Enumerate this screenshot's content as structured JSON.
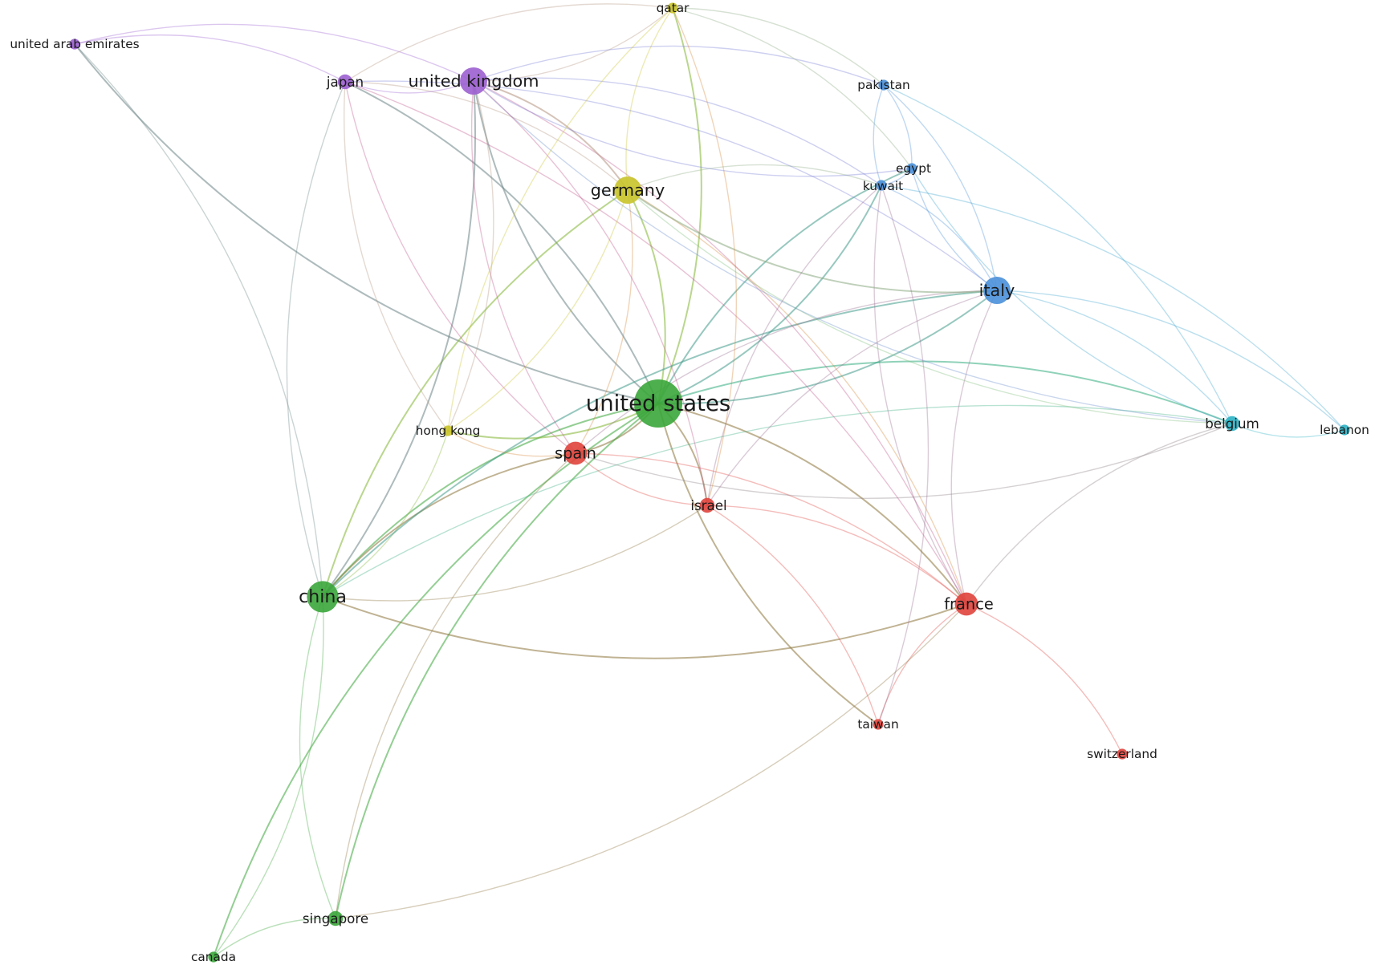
{
  "clusters": {
    "red": "#e0423c",
    "green": "#3aa63a",
    "blue": "#4a90d9",
    "yellow": "#c9c42a",
    "purple": "#9b5fd0",
    "cyan": "#2bb3c4"
  },
  "nodes": [
    {
      "id": "united-states",
      "label": "united states",
      "cluster": "green",
      "weight": 10
    },
    {
      "id": "china",
      "label": "china",
      "cluster": "green",
      "weight": 6
    },
    {
      "id": "singapore",
      "label": "singapore",
      "cluster": "green",
      "weight": 2
    },
    {
      "id": "canada",
      "label": "canada",
      "cluster": "green",
      "weight": 1
    },
    {
      "id": "spain",
      "label": "spain",
      "cluster": "red",
      "weight": 4
    },
    {
      "id": "france",
      "label": "france",
      "cluster": "red",
      "weight": 4
    },
    {
      "id": "israel",
      "label": "israel",
      "cluster": "red",
      "weight": 2
    },
    {
      "id": "taiwan",
      "label": "taiwan",
      "cluster": "red",
      "weight": 1
    },
    {
      "id": "switzerland",
      "label": "switzerland",
      "cluster": "red",
      "weight": 1
    },
    {
      "id": "italy",
      "label": "italy",
      "cluster": "blue",
      "weight": 5
    },
    {
      "id": "pakistan",
      "label": "pakistan",
      "cluster": "blue",
      "weight": 1
    },
    {
      "id": "egypt",
      "label": "egypt",
      "cluster": "blue",
      "weight": 1
    },
    {
      "id": "kuwait",
      "label": "kuwait",
      "cluster": "blue",
      "weight": 1
    },
    {
      "id": "germany",
      "label": "germany",
      "cluster": "yellow",
      "weight": 5
    },
    {
      "id": "qatar",
      "label": "qatar",
      "cluster": "yellow",
      "weight": 1
    },
    {
      "id": "hong-kong",
      "label": "hong kong",
      "cluster": "yellow",
      "weight": 1
    },
    {
      "id": "united-kingdom",
      "label": "united kingdom",
      "cluster": "purple",
      "weight": 5
    },
    {
      "id": "japan",
      "label": "japan",
      "cluster": "purple",
      "weight": 2
    },
    {
      "id": "united-arab-emirates",
      "label": "united arab emirates",
      "cluster": "purple",
      "weight": 1
    },
    {
      "id": "belgium",
      "label": "belgium",
      "cluster": "cyan",
      "weight": 2
    },
    {
      "id": "lebanon",
      "label": "lebanon",
      "cluster": "cyan",
      "weight": 1
    }
  ],
  "edges": [
    [
      "united-states",
      "china"
    ],
    [
      "united-states",
      "spain"
    ],
    [
      "united-states",
      "germany"
    ],
    [
      "united-states",
      "united-kingdom"
    ],
    [
      "united-states",
      "italy"
    ],
    [
      "united-states",
      "france"
    ],
    [
      "united-states",
      "japan"
    ],
    [
      "united-states",
      "israel"
    ],
    [
      "united-states",
      "singapore"
    ],
    [
      "united-states",
      "hong-kong"
    ],
    [
      "united-states",
      "kuwait"
    ],
    [
      "united-states",
      "belgium"
    ],
    [
      "united-states",
      "qatar"
    ],
    [
      "united-states",
      "united-arab-emirates"
    ],
    [
      "united-states",
      "canada"
    ],
    [
      "united-states",
      "egypt"
    ],
    [
      "united-states",
      "taiwan"
    ],
    [
      "china",
      "spain"
    ],
    [
      "china",
      "france"
    ],
    [
      "china",
      "germany"
    ],
    [
      "china",
      "united-kingdom"
    ],
    [
      "china",
      "japan"
    ],
    [
      "china",
      "singapore"
    ],
    [
      "china",
      "canada"
    ],
    [
      "china",
      "hong-kong"
    ],
    [
      "china",
      "italy"
    ],
    [
      "china",
      "israel"
    ],
    [
      "china",
      "belgium"
    ],
    [
      "china",
      "united-arab-emirates"
    ],
    [
      "spain",
      "france"
    ],
    [
      "spain",
      "germany"
    ],
    [
      "spain",
      "united-kingdom"
    ],
    [
      "spain",
      "israel"
    ],
    [
      "spain",
      "japan"
    ],
    [
      "spain",
      "singapore"
    ],
    [
      "spain",
      "italy"
    ],
    [
      "spain",
      "belgium"
    ],
    [
      "spain",
      "hong-kong"
    ],
    [
      "france",
      "germany"
    ],
    [
      "france",
      "italy"
    ],
    [
      "france",
      "united-kingdom"
    ],
    [
      "france",
      "switzerland"
    ],
    [
      "france",
      "taiwan"
    ],
    [
      "france",
      "belgium"
    ],
    [
      "france",
      "israel"
    ],
    [
      "france",
      "singapore"
    ],
    [
      "france",
      "japan"
    ],
    [
      "france",
      "kuwait"
    ],
    [
      "germany",
      "united-kingdom"
    ],
    [
      "germany",
      "qatar"
    ],
    [
      "germany",
      "italy"
    ],
    [
      "germany",
      "kuwait"
    ],
    [
      "germany",
      "japan"
    ],
    [
      "germany",
      "hong-kong"
    ],
    [
      "germany",
      "belgium"
    ],
    [
      "united-kingdom",
      "japan"
    ],
    [
      "united-kingdom",
      "qatar"
    ],
    [
      "united-kingdom",
      "pakistan"
    ],
    [
      "united-kingdom",
      "egypt"
    ],
    [
      "united-kingdom",
      "kuwait"
    ],
    [
      "united-kingdom",
      "united-arab-emirates"
    ],
    [
      "united-kingdom",
      "hong-kong"
    ],
    [
      "united-kingdom",
      "belgium"
    ],
    [
      "united-kingdom",
      "israel"
    ],
    [
      "japan",
      "united-arab-emirates"
    ],
    [
      "japan",
      "qatar"
    ],
    [
      "japan",
      "hong-kong"
    ],
    [
      "japan",
      "italy"
    ],
    [
      "italy",
      "kuwait"
    ],
    [
      "italy",
      "egypt"
    ],
    [
      "italy",
      "pakistan"
    ],
    [
      "italy",
      "belgium"
    ],
    [
      "italy",
      "israel"
    ],
    [
      "italy",
      "lebanon"
    ],
    [
      "kuwait",
      "egypt"
    ],
    [
      "kuwait",
      "pakistan"
    ],
    [
      "kuwait",
      "israel"
    ],
    [
      "kuwait",
      "taiwan"
    ],
    [
      "pakistan",
      "qatar"
    ],
    [
      "pakistan",
      "egypt"
    ],
    [
      "belgium",
      "lebanon"
    ],
    [
      "belgium",
      "egypt"
    ],
    [
      "belgium",
      "pakistan"
    ],
    [
      "qatar",
      "israel"
    ],
    [
      "qatar",
      "hong-kong"
    ],
    [
      "qatar",
      "egypt"
    ],
    [
      "singapore",
      "canada"
    ],
    [
      "israel",
      "taiwan"
    ],
    [
      "lebanon",
      "kuwait"
    ]
  ]
}
